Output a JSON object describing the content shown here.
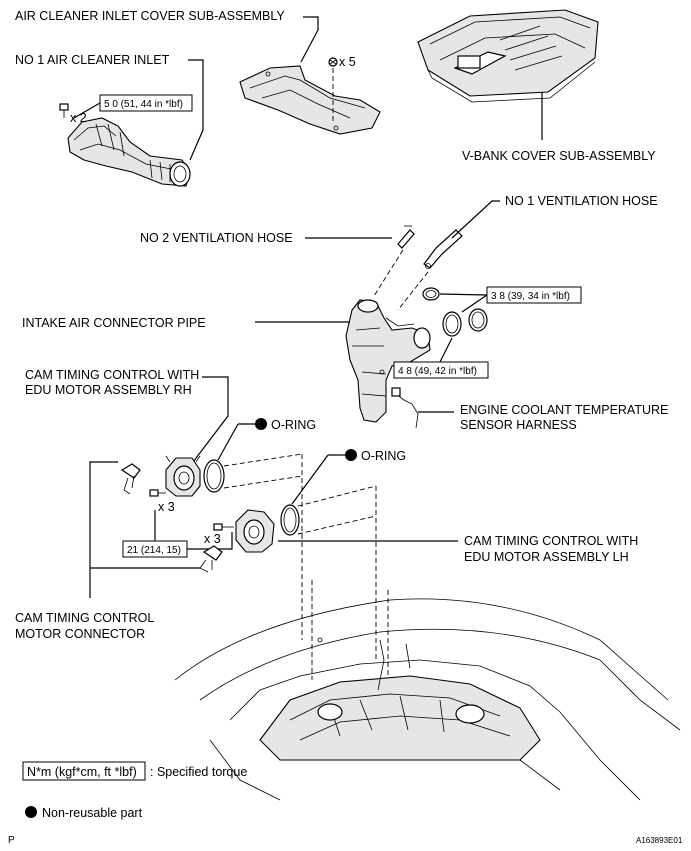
{
  "labels": {
    "air_cleaner_inlet_cover": "AIR CLEANER INLET COVER SUB-ASSEMBLY",
    "no1_air_cleaner_inlet": "NO 1 AIR CLEANER INLET",
    "v_bank_cover": "V-BANK COVER SUB-ASSEMBLY",
    "no1_ventilation_hose": "NO 1 VENTILATION HOSE",
    "no2_ventilation_hose": "NO 2 VENTILATION HOSE",
    "intake_air_connector_pipe": "INTAKE AIR CONNECTOR PIPE",
    "cam_rh_line1": "CAM TIMING CONTROL WITH",
    "cam_rh_line2": "EDU MOTOR ASSEMBLY RH",
    "engine_coolant_line1": "ENGINE COOLANT TEMPERATURE",
    "engine_coolant_line2": "SENSOR HARNESS",
    "o_ring_1": "O-RING",
    "o_ring_2": "O-RING",
    "cam_lh_line1": "CAM TIMING CONTROL WITH",
    "cam_lh_line2": "EDU MOTOR ASSEMBLY LH",
    "cam_motor_conn_line1": "CAM TIMING CONTROL",
    "cam_motor_conn_line2": "MOTOR CONNECTOR"
  },
  "torques": {
    "inlet": "5 0 (51, 44 in *lbf)",
    "hose_clamp_upper": "3 8 (39, 34 in *lbf)",
    "hose_clamp_lower": "4 8 (49, 42 in *lbf)",
    "cam_bolt": "21 (214, 15)"
  },
  "quantities": {
    "inlet_bolts": "x 2",
    "cover_nuts": "x 5",
    "cam_rh_bolts": "x 3",
    "cam_lh_bolts": "x 3"
  },
  "legend": {
    "torque_box": "N*m (kgf*cm, ft *lbf)",
    "torque_text": ": Specified torque",
    "nonreusable_text": "Non-reusable part"
  },
  "footer": {
    "left": "P",
    "right": "A163893E01"
  }
}
